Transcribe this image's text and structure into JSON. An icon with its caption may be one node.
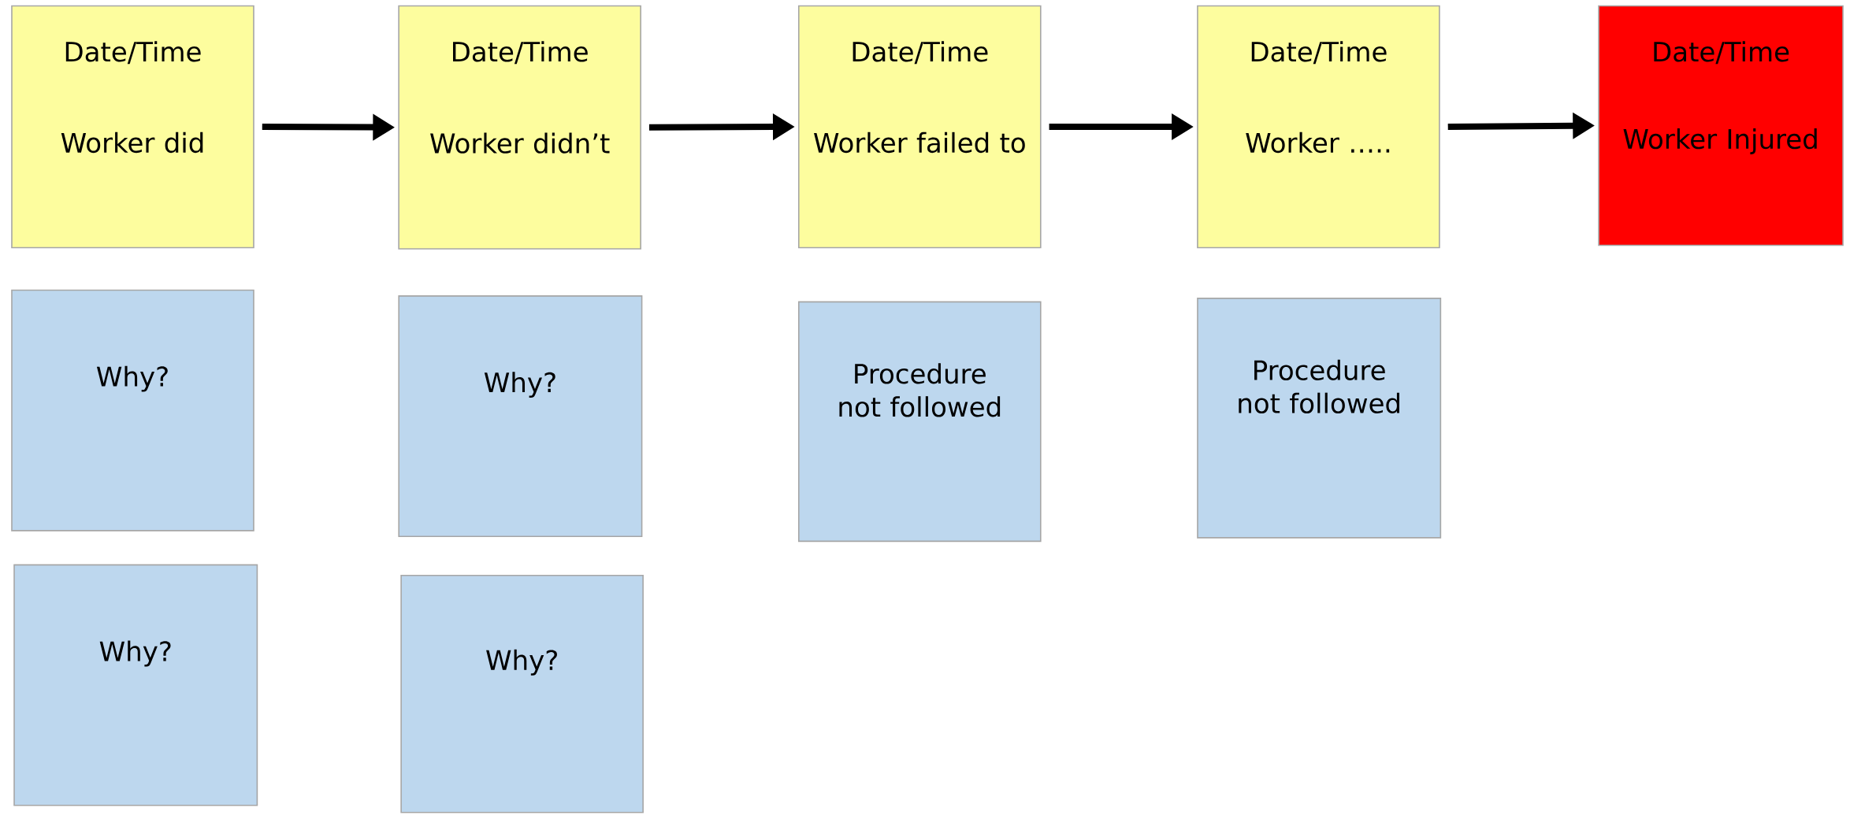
{
  "diagram": {
    "nodes": [
      {
        "text": [
          "Date/Time",
          "Worker did"
        ]
      },
      {
        "text": [
          "Date/Time",
          "Worker didn’t"
        ]
      },
      {
        "text": [
          "Date/Time",
          "Worker failed to"
        ]
      },
      {
        "text": [
          "Date/Time",
          "Worker ….."
        ]
      },
      {
        "text": [
          "Date/Time",
          "Worker Injured"
        ]
      },
      {
        "text": [
          "Why?"
        ]
      },
      {
        "text": [
          "Why?"
        ]
      },
      {
        "text": [
          "Procedure not followed"
        ]
      },
      {
        "text": [
          "Procedure not followed"
        ]
      },
      {
        "text": [
          "Why?"
        ]
      },
      {
        "text": [
          "Why?"
        ]
      }
    ],
    "edges": [
      {
        "from": 0,
        "to": 1,
        "arrow": "to"
      },
      {
        "from": 1,
        "to": 2,
        "arrow": "to"
      },
      {
        "from": 2,
        "to": 3,
        "arrow": "to"
      },
      {
        "from": 3,
        "to": 4,
        "arrow": "to"
      }
    ]
  }
}
